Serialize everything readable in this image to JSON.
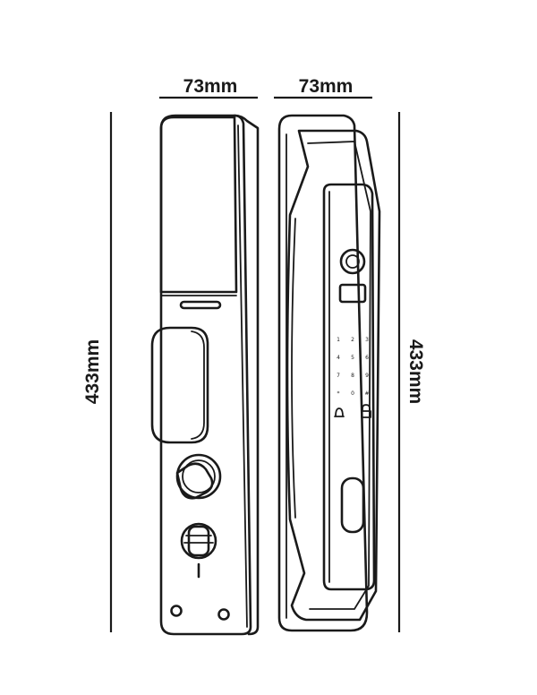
{
  "dimensions": {
    "width_front": "73mm",
    "width_side": "73mm",
    "height_left": "433mm",
    "height_right": "433mm"
  },
  "keypad": {
    "keys": [
      "1",
      "2",
      "3",
      "4",
      "5",
      "6",
      "7",
      "8",
      "9",
      "*",
      "0",
      "#"
    ]
  },
  "colors": {
    "stroke": "#1a1a1a",
    "background": "#ffffff"
  }
}
